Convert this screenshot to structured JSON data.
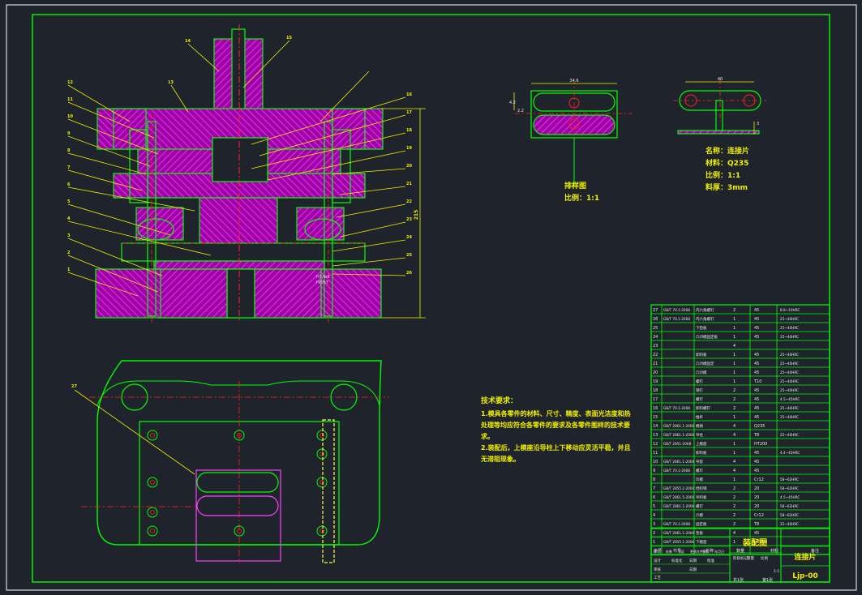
{
  "colors": {
    "background": "#1f232b",
    "outline": "#00ff00",
    "hatch": "#c000c0",
    "hatch_line": "#ff40ff",
    "leader": "#f0f000",
    "centerline": "#ff2020",
    "text": "#f0f000",
    "table_text": "#e8e8e8",
    "hidden": "#ffff40",
    "cyan": "#00ffff",
    "white": "#ffffff"
  },
  "section_view": {
    "callouts_left": [
      "12",
      "11",
      "10",
      "9",
      "8",
      "7",
      "6",
      "5",
      "4",
      "3",
      "2",
      "1"
    ],
    "callouts_top": [
      "14",
      "13",
      "15"
    ],
    "callouts_right": [
      "16",
      "17",
      "18",
      "19",
      "20",
      "21",
      "22",
      "23",
      "24",
      "25",
      "26"
    ],
    "overall_height_dim": "215",
    "part_note": "H7/m6\nH8/h7"
  },
  "part_drawing": {
    "width_dim": "34.6",
    "left_dim_top": "4.2",
    "left_dim_bottom": "2.2",
    "title": "排样图",
    "scale": "比例：1:1"
  },
  "part_view2": {
    "width_dim": "40",
    "thickness_dim": "3"
  },
  "part_info": {
    "name": "名称：连接片",
    "material": "材料：Q235",
    "scale": "比例：1:1",
    "thickness": "料厚：3mm"
  },
  "plan_view": {
    "callout": "27"
  },
  "tech_requirements": {
    "heading": "技术要求：",
    "lines": [
      "1.模具各零件的材料、尺寸、精度、表面光洁度和热",
      "处理等均应符合各零件的要求及各零件图样的技术要",
      "求。",
      "2.装配后，上模座沿导柱上下移动应灵活平稳，并且",
      "无滞阻现象。"
    ]
  },
  "bom": {
    "rows": [
      [
        "27",
        "GB/T 70.1-2008",
        "内六角螺钉",
        "2",
        "45",
        "8.8~10HRC"
      ],
      [
        "26",
        "GB/T 70.1-2008",
        "内六角螺钉",
        "1",
        "45",
        "25~40HRC"
      ],
      [
        "25",
        "",
        "下垫板",
        "1",
        "45",
        "25~40HRC"
      ],
      [
        "24",
        "",
        "凸凹模固定板",
        "1",
        "45",
        "25~40HRC"
      ],
      [
        "23",
        "",
        "",
        "4",
        "",
        ""
      ],
      [
        "22",
        "",
        "卸料板",
        "1",
        "45",
        "25~40HRC"
      ],
      [
        "21",
        "",
        "凸凹模固定",
        "1",
        "45",
        "25~40HRC"
      ],
      [
        "20",
        "",
        "凸凹模",
        "1",
        "45",
        "25~40HRC"
      ],
      [
        "19",
        "",
        "螺钉",
        "1",
        "T10",
        "25~40HRC"
      ],
      [
        "18",
        "",
        "销钉",
        "2",
        "45",
        "25~40HRC"
      ],
      [
        "17",
        "",
        "螺钉",
        "2",
        "45",
        "4.5~45HRC"
      ],
      [
        "16",
        "GB/T 70.1-2008",
        "卸料螺钉",
        "2",
        "45",
        "25~40HRC"
      ],
      [
        "15",
        "",
        "推杆",
        "1",
        "45",
        "25~40HRC"
      ],
      [
        "14",
        "GB/T 2861.1-2008",
        "模柄",
        "4",
        "Q235",
        ""
      ],
      [
        "13",
        "GB/T 2861.1-2008",
        "导柱",
        "4",
        "T8",
        "25~40HRC"
      ],
      [
        "12",
        "GB/T 2851-2008",
        "上模座",
        "1",
        "HT200",
        ""
      ],
      [
        "11",
        "",
        "卸料板",
        "1",
        "45",
        "4.4~45HRC"
      ],
      [
        "10",
        "GB/T 2861.1-2008",
        "导套",
        "4",
        "45",
        ""
      ],
      [
        "9",
        "GB/T 70.1-2008",
        "螺钉",
        "4",
        "45",
        ""
      ],
      [
        "8",
        "",
        "凹模",
        "1",
        "Cr12",
        "58~62HRC"
      ],
      [
        "7",
        "GB/T 2855.2-2008",
        "挡料销",
        "2",
        "20",
        "58~62HRC"
      ],
      [
        "6",
        "GB/T 2861.5-2008",
        "导料板",
        "2",
        "20",
        "4.5~45HRC"
      ],
      [
        "5",
        "GB/T 2861.1-2008",
        "螺钉",
        "2",
        "20",
        "58~62HRC"
      ],
      [
        "4",
        "",
        "凸模",
        "2",
        "Cr12",
        "58~62HRC"
      ],
      [
        "3",
        "GB/T 70.1-2008",
        "固定板",
        "2",
        "T8",
        "25~40HRC"
      ],
      [
        "2",
        "GB/T 2861.1-2008",
        "垫板",
        "4",
        "45",
        ""
      ],
      [
        "1",
        "GB/T 2855.1-2008",
        "下模座",
        "1",
        "HT200",
        ""
      ]
    ],
    "header": [
      "序号",
      "代号",
      "名称",
      "数量",
      "材料",
      "备注"
    ]
  },
  "title_block": {
    "drawing_title": "装配图",
    "part_name": "连接片",
    "drawing_no": "Ljp-00",
    "sheet_total": "共1张",
    "sheet_no": "第1张",
    "scale": "1:1",
    "row_labels": [
      "标记",
      "处数",
      "分区",
      "更改文件号",
      "签名",
      "年月日"
    ],
    "row_labels2": [
      "设计",
      "标准化",
      "日期",
      "批准"
    ],
    "row_labels3": [
      "审核",
      "工艺",
      "日期"
    ],
    "stage_labels": [
      "阶段标记",
      "重量",
      "比例"
    ]
  }
}
